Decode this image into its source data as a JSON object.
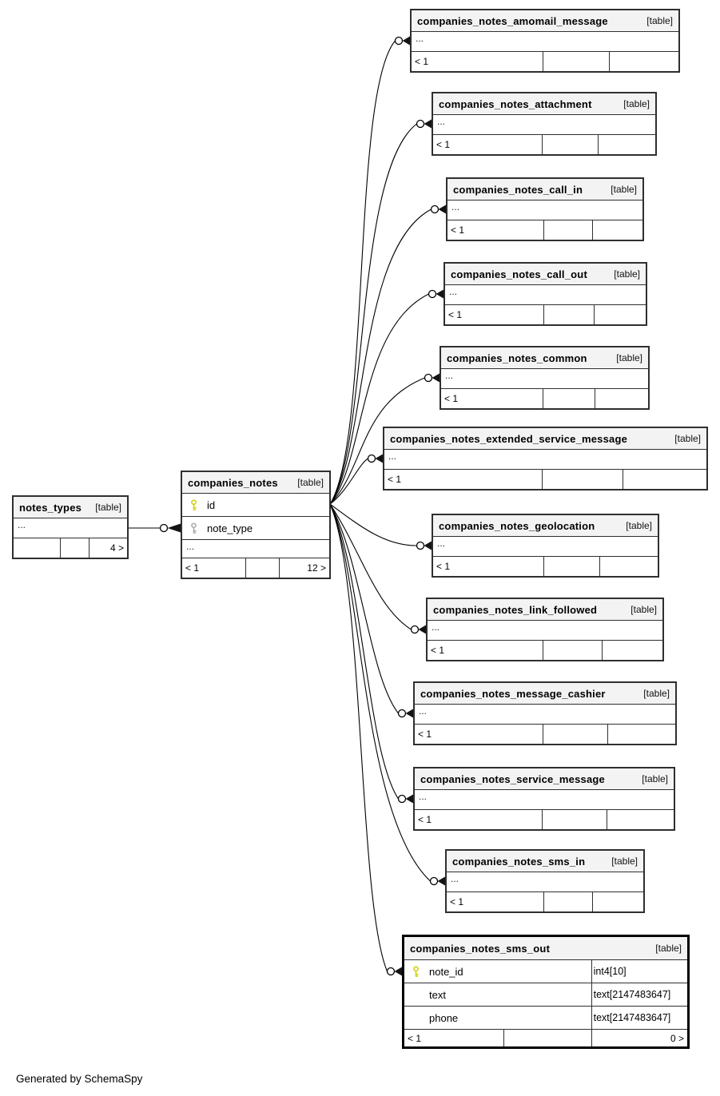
{
  "diagram": {
    "generator_note": "Generated by SchemaSpy",
    "colors": {
      "primary_key": "#cfcf04",
      "secondary_key": "#a9a9a9",
      "header_bg": "#f3f3f3",
      "border": "#2f2f2f"
    }
  },
  "tables": [
    {
      "name": "notes_types",
      "tag": "[table]",
      "ellipsis": "...",
      "footer": {
        "left": "",
        "mid": "",
        "right": "4 >"
      }
    },
    {
      "name": "companies_notes",
      "tag": "[table]",
      "columns": [
        {
          "name": "id"
        },
        {
          "name": "note_type"
        }
      ],
      "ellipsis": "...",
      "footer": {
        "left": "< 1",
        "mid": "",
        "right": "12 >"
      }
    },
    {
      "name": "companies_notes_amomail_message",
      "tag": "[table]",
      "ellipsis": "...",
      "footer": {
        "left": "< 1",
        "mid": "",
        "right": ""
      }
    },
    {
      "name": "companies_notes_attachment",
      "tag": "[table]",
      "ellipsis": "...",
      "footer": {
        "left": "< 1",
        "mid": "",
        "right": ""
      }
    },
    {
      "name": "companies_notes_call_in",
      "tag": "[table]",
      "ellipsis": "...",
      "footer": {
        "left": "< 1",
        "mid": "",
        "right": ""
      }
    },
    {
      "name": "companies_notes_call_out",
      "tag": "[table]",
      "ellipsis": "...",
      "footer": {
        "left": "< 1",
        "mid": "",
        "right": ""
      }
    },
    {
      "name": "companies_notes_common",
      "tag": "[table]",
      "ellipsis": "...",
      "footer": {
        "left": "< 1",
        "mid": "",
        "right": ""
      }
    },
    {
      "name": "companies_notes_extended_service_message",
      "tag": "[table]",
      "ellipsis": "...",
      "footer": {
        "left": "< 1",
        "mid": "",
        "right": ""
      }
    },
    {
      "name": "companies_notes_geolocation",
      "tag": "[table]",
      "ellipsis": "...",
      "footer": {
        "left": "< 1",
        "mid": "",
        "right": ""
      }
    },
    {
      "name": "companies_notes_link_followed",
      "tag": "[table]",
      "ellipsis": "...",
      "footer": {
        "left": "< 1",
        "mid": "",
        "right": ""
      }
    },
    {
      "name": "companies_notes_message_cashier",
      "tag": "[table]",
      "ellipsis": "...",
      "footer": {
        "left": "< 1",
        "mid": "",
        "right": ""
      }
    },
    {
      "name": "companies_notes_service_message",
      "tag": "[table]",
      "ellipsis": "...",
      "footer": {
        "left": "< 1",
        "mid": "",
        "right": ""
      }
    },
    {
      "name": "companies_notes_sms_in",
      "tag": "[table]",
      "ellipsis": "...",
      "footer": {
        "left": "< 1",
        "mid": "",
        "right": ""
      }
    },
    {
      "name": "companies_notes_sms_out",
      "tag": "[table]",
      "columns": [
        {
          "name": "note_id",
          "type": "int4[10]"
        },
        {
          "name": "text",
          "type": "text[2147483647]"
        },
        {
          "name": "phone",
          "type": "text[2147483647]"
        }
      ],
      "footer": {
        "left": "< 1",
        "mid": "",
        "right": "0 >"
      }
    }
  ],
  "relationships": [
    {
      "parent": "notes_types",
      "child": "companies_notes"
    },
    {
      "parent": "companies_notes",
      "child": "companies_notes_amomail_message"
    },
    {
      "parent": "companies_notes",
      "child": "companies_notes_attachment"
    },
    {
      "parent": "companies_notes",
      "child": "companies_notes_call_in"
    },
    {
      "parent": "companies_notes",
      "child": "companies_notes_call_out"
    },
    {
      "parent": "companies_notes",
      "child": "companies_notes_common"
    },
    {
      "parent": "companies_notes",
      "child": "companies_notes_extended_service_message"
    },
    {
      "parent": "companies_notes",
      "child": "companies_notes_geolocation"
    },
    {
      "parent": "companies_notes",
      "child": "companies_notes_link_followed"
    },
    {
      "parent": "companies_notes",
      "child": "companies_notes_message_cashier"
    },
    {
      "parent": "companies_notes",
      "child": "companies_notes_service_message"
    },
    {
      "parent": "companies_notes",
      "child": "companies_notes_sms_in"
    },
    {
      "parent": "companies_notes",
      "child": "companies_notes_sms_out"
    }
  ]
}
